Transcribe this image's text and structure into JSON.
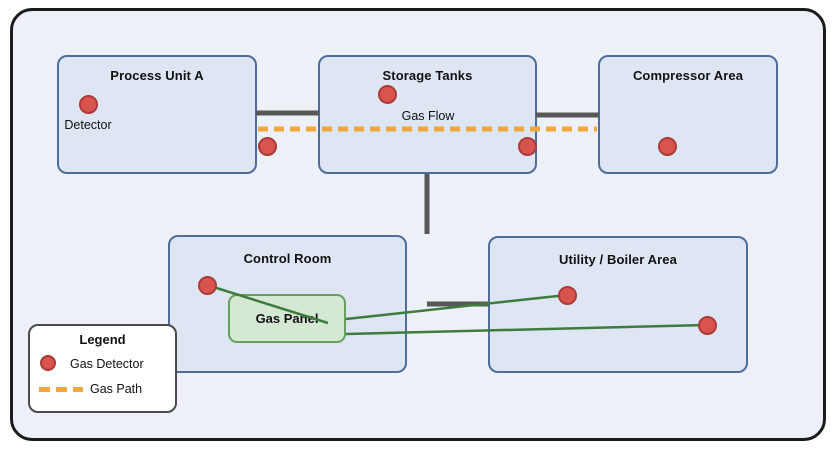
{
  "zones": [
    {
      "id": "process-unit-a",
      "label": "Process Unit A"
    },
    {
      "id": "storage-tanks",
      "label": "Storage Tanks"
    },
    {
      "id": "compressor-area",
      "label": "Compressor Area"
    },
    {
      "id": "control-room",
      "label": "Control Room"
    },
    {
      "id": "utility-boiler-area",
      "label": "Utility / Boiler Area"
    }
  ],
  "gas_panel": {
    "label": "Gas Panel"
  },
  "annotations": {
    "detector_label": "Detector",
    "gas_flow_label": "Gas Flow"
  },
  "legend": {
    "title": "Legend",
    "items": [
      {
        "symbol": "gas-detector-dot",
        "label": "Gas Detector"
      },
      {
        "symbol": "gas-path-dash",
        "label": "Gas Path"
      }
    ]
  },
  "detectors": [
    {
      "zone": "process-unit-a"
    },
    {
      "zone": "pipeline-process-to-storage"
    },
    {
      "zone": "storage-tanks"
    },
    {
      "zone": "storage-tanks-east"
    },
    {
      "zone": "compressor-area"
    },
    {
      "zone": "control-room"
    },
    {
      "zone": "utility-boiler-area"
    },
    {
      "zone": "utility-boiler-area-east"
    }
  ],
  "connections": {
    "pipes": [
      "process-unit-a to storage-tanks",
      "storage-tanks to compressor-area",
      "storage-tanks down toward control-room",
      "control-room to utility-boiler-area"
    ],
    "gas_path": "process-unit-a through storage-tanks to compressor-area",
    "signal_lines": [
      "control-room detector to gas-panel",
      "gas-panel to utility-boiler detector 1",
      "gas-panel to utility-boiler detector 2"
    ]
  },
  "colors": {
    "canvas_fill": "#edf1f7",
    "canvas_border": "#1b1b1b",
    "zone_fill": "#dde6f2",
    "zone_border": "#4f6d9b",
    "panel_fill": "#d5e8d4",
    "panel_border": "#66a05c",
    "detector_fill": "#d9534f",
    "detector_border": "#aa3b39",
    "gas_path_orange": "#f2a73d",
    "pipe_gray": "#575757",
    "signal_green": "#3e7c3e"
  }
}
